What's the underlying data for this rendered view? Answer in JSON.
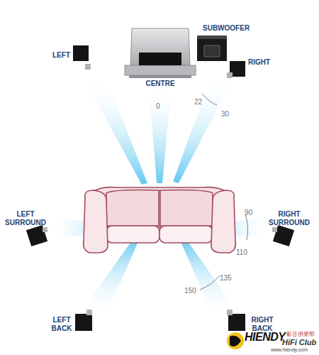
{
  "diagram": {
    "labels": [
      "LEFT",
      "CENTRE",
      "SUBWOOFER",
      "RIGHT",
      "0",
      "22",
      "30",
      "LEFT SURROUND",
      "RIGHT SURROUND",
      "90",
      "110",
      "LEFT BACK",
      "RIGHT BACK",
      "135",
      "150",
      "HIENDY",
      "影音俱樂部",
      "HiFi Club",
      "www.hiendy.com"
    ]
  }
}
